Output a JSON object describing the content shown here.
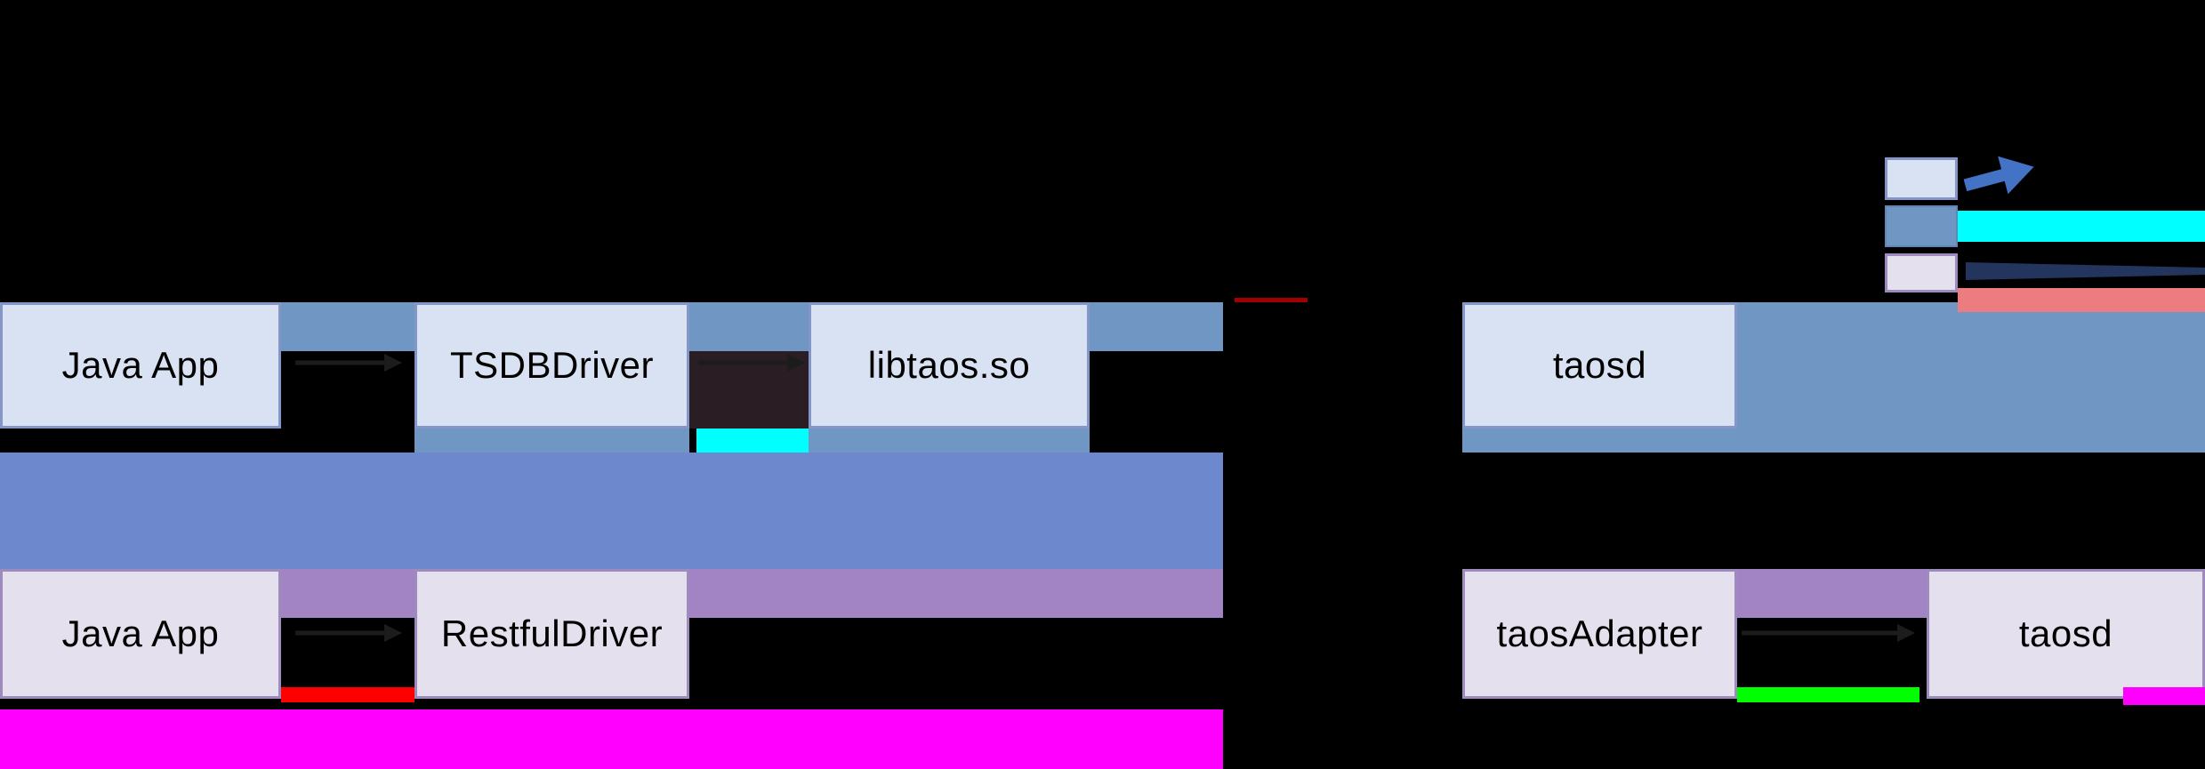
{
  "diagram": {
    "jni_row": {
      "java_app_label": "Java App",
      "tsdb_driver_label": "TSDBDriver",
      "libtaos_label": "libtaos.so",
      "taosd_label": "taosd"
    },
    "restful_row": {
      "java_app_label": "Java App",
      "restful_driver_label": "RestfulDriver",
      "taos_adapter_label": "taosAdapter",
      "taosd_label": "taosd"
    },
    "legend": {
      "rows": [
        {
          "swatch": "light-blue-box-swatch",
          "symbol": "blue-arrow-icon"
        },
        {
          "swatch": "steel-blue-band-swatch",
          "symbol": "cyan-line"
        },
        {
          "swatch": "lavender-box-swatch",
          "symbol": "navy-line-and-salmon-line"
        }
      ]
    },
    "colors": {
      "background": "#000000",
      "light_blue_fill": "#d9e2f3",
      "light_blue_border": "#8496c8",
      "steel_blue": "#7096c4",
      "cornflower": "#6e88ce",
      "lavender_fill": "#e5e0ee",
      "lavender_border": "#9e8bbd",
      "purple_band": "#a283c3",
      "magenta": "#ff00ff",
      "cyan": "#00ffff",
      "red": "#ff0000",
      "green": "#00ff00",
      "salmon": "#ec7c7f",
      "navy": "#23355c",
      "legend_arrow_blue": "#4472c4",
      "dark_red": "#a00000",
      "maroon_shadow": "#2a1e24",
      "arrow_dark": "#1c1c1c",
      "text": "#000000"
    }
  }
}
